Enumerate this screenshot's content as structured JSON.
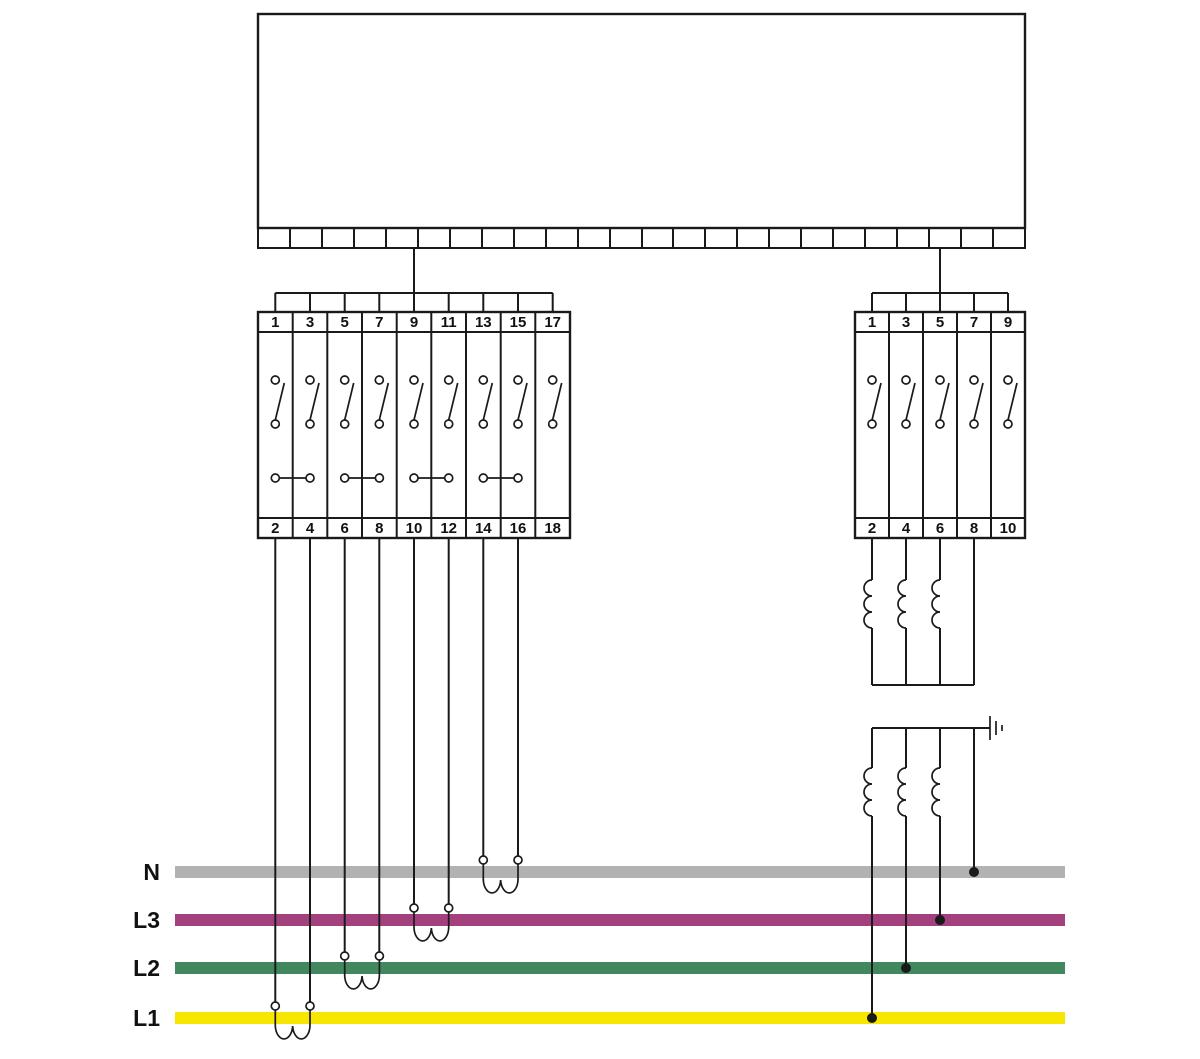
{
  "diagram": {
    "type": "wiring-schematic",
    "line_color": "#1a1a1a",
    "background": "#ffffff"
  },
  "left_terminal_block": {
    "top_numbers": [
      "1",
      "3",
      "5",
      "7",
      "9",
      "11",
      "13",
      "15",
      "17"
    ],
    "bottom_numbers": [
      "2",
      "4",
      "6",
      "8",
      "10",
      "12",
      "14",
      "16",
      "18"
    ]
  },
  "right_terminal_block": {
    "top_numbers": [
      "1",
      "3",
      "5",
      "7",
      "9"
    ],
    "bottom_numbers": [
      "2",
      "4",
      "6",
      "8",
      "10"
    ]
  },
  "bus_bars": [
    {
      "label": "N",
      "color": "#b2b2b2"
    },
    {
      "label": "L3",
      "color": "#a2417e"
    },
    {
      "label": "L2",
      "color": "#41885e"
    },
    {
      "label": "L1",
      "color": "#f7e600"
    }
  ],
  "icons": {
    "switch": "disconnect-switch",
    "link": "test-link-contact",
    "coil": "transformer-winding",
    "ct": "current-transformer-loop",
    "ground": "earth-ground"
  }
}
